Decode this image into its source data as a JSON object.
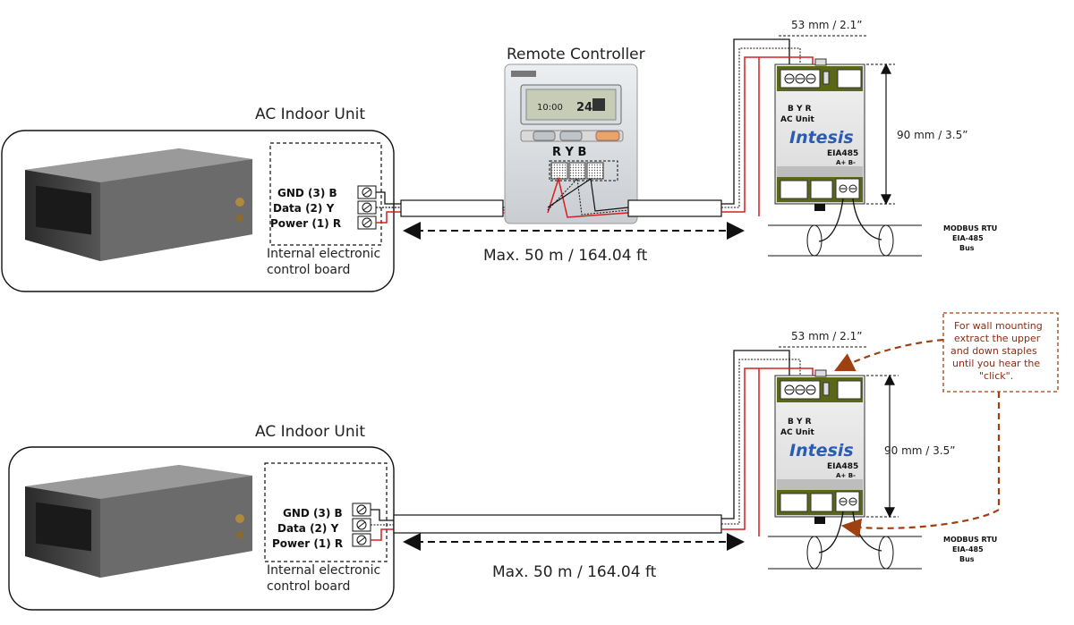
{
  "colors": {
    "wire_red": "#d42020",
    "note": "#a04010",
    "device_green": "#5a6618",
    "brand_blue": "#2a5cb3"
  },
  "top": {
    "remote_title": "Remote Controller",
    "ac_title": "AC Indoor Unit",
    "terminals": [
      "GND (3)  B",
      "Data (2) Y",
      "Power (1)  R"
    ],
    "board_label_1": "Internal electronic",
    "board_label_2": "control board",
    "distance": "Max. 50 m / 164.04 ft",
    "ryb": "R  Y  B",
    "width_dim": "53 mm / 2.1”",
    "height_dim": "90 mm / 3.5”",
    "device_label_1": "B Y R",
    "device_label_2": "AC Unit",
    "brand": "Intesis",
    "model": "EIA485",
    "ab_label": "A+  B-",
    "bus_1": "MODBUS RTU",
    "bus_2": "EIA-485",
    "bus_3": "Bus",
    "lcd_digits": "24",
    "lcd_time": "10:00"
  },
  "bottom": {
    "ac_title": "AC Indoor Unit",
    "terminals": [
      "GND (3)  B",
      "Data (2) Y",
      "Power (1)  R"
    ],
    "board_label_1": "Internal electronic",
    "board_label_2": "control board",
    "distance": "Max. 50 m / 164.04 ft",
    "width_dim": "53 mm / 2.1”",
    "height_dim": "90 mm / 3.5”",
    "device_label_1": "B Y R",
    "device_label_2": "AC Unit",
    "brand": "Intesis",
    "model": "EIA485",
    "ab_label": "A+  B-",
    "bus_1": "MODBUS RTU",
    "bus_2": "EIA-485",
    "bus_3": "Bus",
    "note_lines": [
      "For wall mounting",
      "extract the upper",
      "and down staples",
      "until you hear the",
      "\"click\"."
    ]
  }
}
